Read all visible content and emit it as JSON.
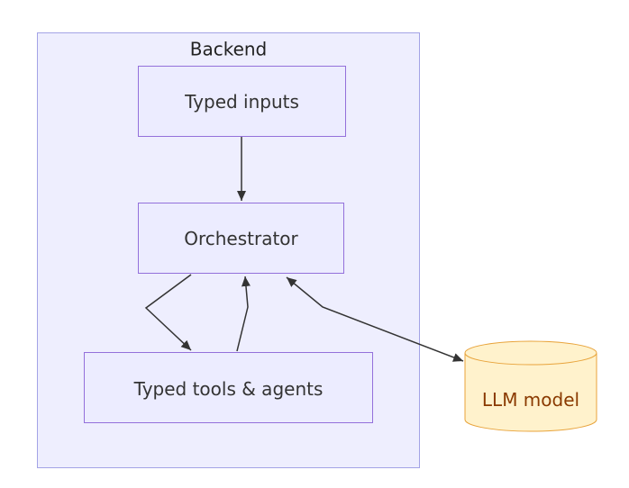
{
  "diagram": {
    "cluster": {
      "label": "Backend"
    },
    "nodes": {
      "typed_inputs": {
        "label": "Typed inputs"
      },
      "orchestrator": {
        "label": "Orchestrator"
      },
      "typed_tools": {
        "label": "Typed tools & agents"
      },
      "llm_model": {
        "label": "LLM model"
      }
    },
    "colors": {
      "cluster_fill": "#eeeefe",
      "cluster_stroke": "#a3a3e6",
      "node_fill": "#ececff",
      "node_stroke": "#9370db",
      "edge": "#333333",
      "db_fill": "#fff2cc",
      "db_stroke": "#e8a33a",
      "db_text": "#8a3a00"
    }
  }
}
